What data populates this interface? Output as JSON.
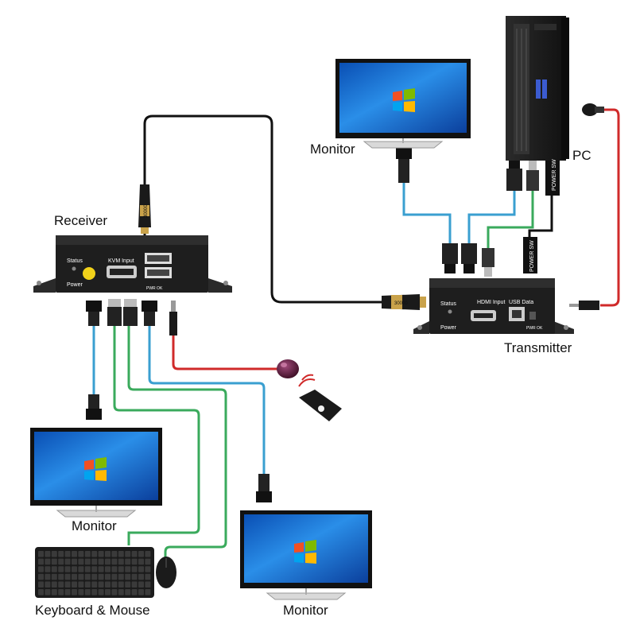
{
  "labels": {
    "receiver": "Receiver",
    "transmitter": "Transmitter",
    "pc": "PC",
    "monitor_top": "Monitor",
    "monitor_left": "Monitor",
    "monitor_bottom": "Monitor",
    "keyboard_mouse": "Keyboard & Mouse"
  },
  "receiver_panel": {
    "status": "Status",
    "power": "Power",
    "kvm_input": "KVM Input",
    "pwr_ok": "PWR OK"
  },
  "transmitter_panel": {
    "status": "Status",
    "power": "Power",
    "hdmi_input": "HDMI Input",
    "usb_data": "USB Data",
    "pwr_ok": "PWR OK"
  },
  "cable_text": {
    "power_sw_left": "POWER SW",
    "power_sw_right": "POWER SW",
    "fiber_tx_tag": "30000",
    "fiber_rx_tag": "30000"
  },
  "colors": {
    "hdmi_cable": "#3a9fd0",
    "usb_cable": "#3aaa5c",
    "ir_cable": "#d02a2a",
    "fiber_cable": "#111111",
    "device_body": "#1c1c1c"
  },
  "icons": [
    "monitor-icon",
    "pc-tower-icon",
    "keyboard-icon",
    "mouse-icon",
    "remote-control-icon",
    "ir-receiver-icon",
    "hdmi-plug-icon",
    "usb-plug-icon",
    "audio-jack-icon"
  ]
}
